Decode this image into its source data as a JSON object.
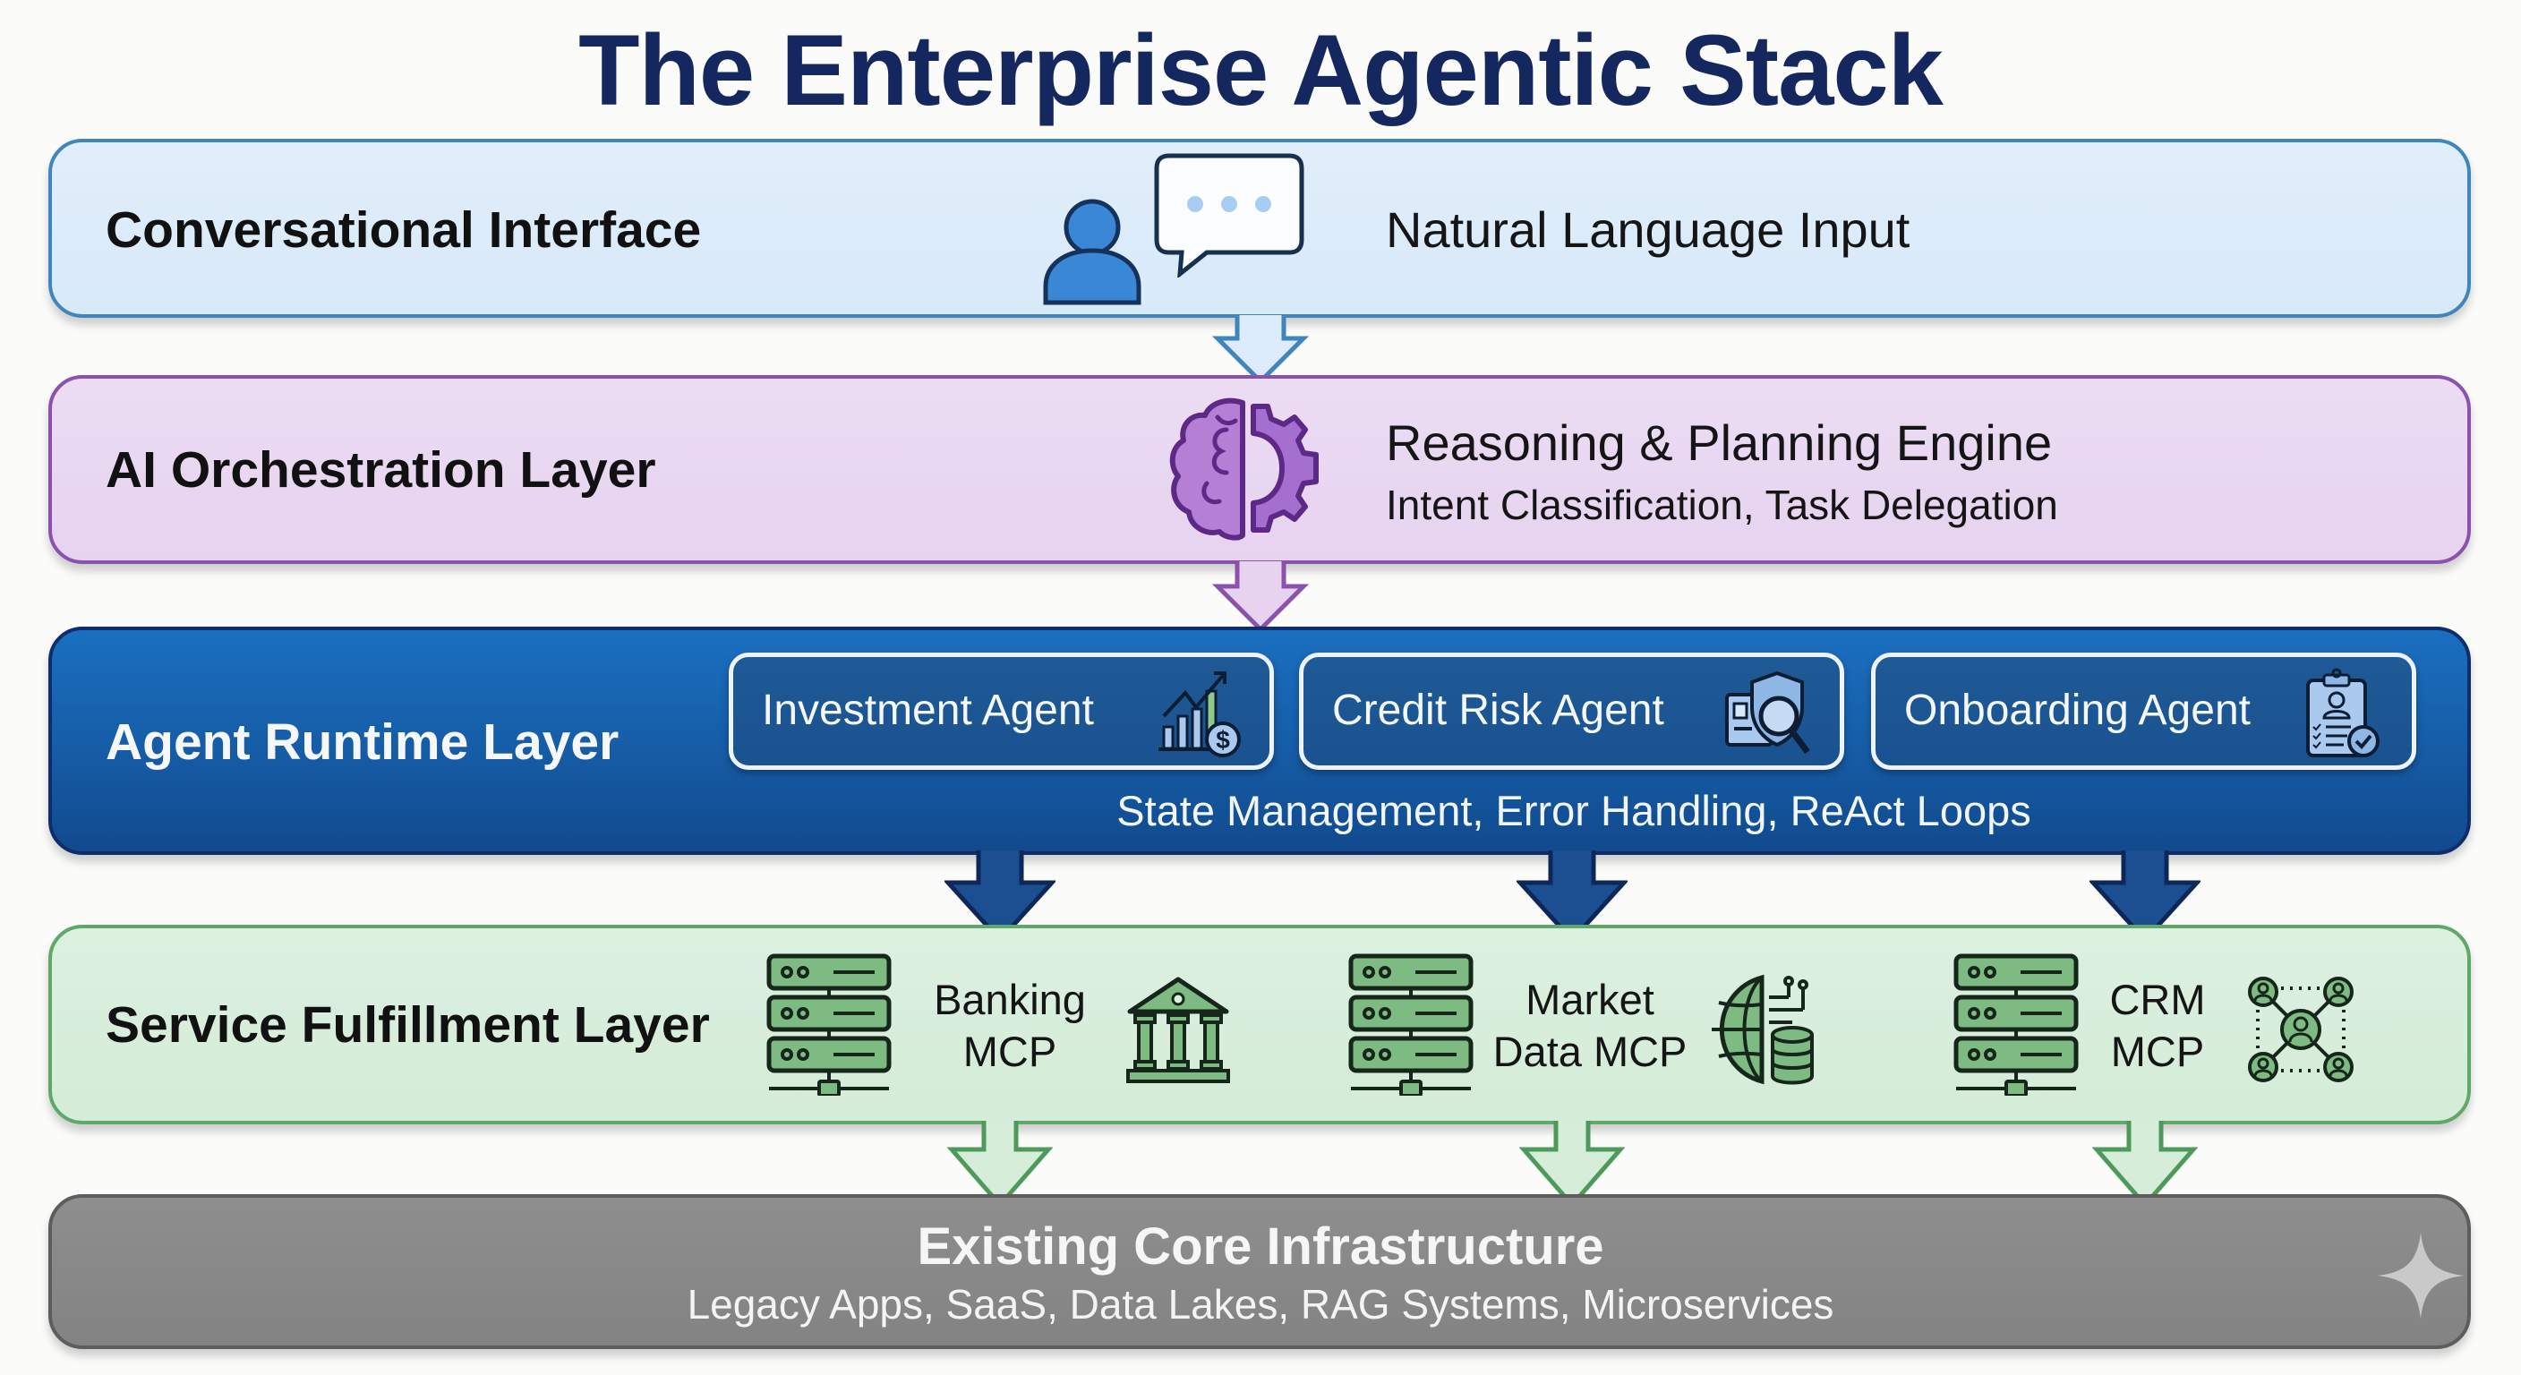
{
  "title": "The Enterprise Agentic Stack",
  "colors": {
    "title": "#14275f",
    "conversational": "#3f86bd",
    "orchestration": "#8a52ad",
    "runtime": "#155aa3",
    "fulfillment": "#5fa86a",
    "infrastructure": "#838383"
  },
  "layers": {
    "conversational": {
      "label": "Conversational Interface",
      "description": "Natural Language Input",
      "icons": [
        "user-icon",
        "speech-bubble-icon"
      ]
    },
    "orchestration": {
      "label": "AI Orchestration Layer",
      "description": "Reasoning & Planning Engine",
      "details": "Intent Classification, Task Delegation",
      "icons": [
        "brain-gear-icon"
      ]
    },
    "runtime": {
      "label": "Agent Runtime Layer",
      "agents": [
        {
          "label": "Investment Agent",
          "icon": "investment-chart-icon"
        },
        {
          "label": "Credit Risk Agent",
          "icon": "credit-shield-search-icon"
        },
        {
          "label": "Onboarding Agent",
          "icon": "clipboard-check-icon"
        }
      ],
      "details": "State Management, Error Handling, ReAct Loops"
    },
    "fulfillment": {
      "label": "Service Fulfillment Layer",
      "services": [
        {
          "line1": "Banking",
          "line2": "MCP",
          "icon": "bank-icon"
        },
        {
          "line1": "Market",
          "line2": "Data MCP",
          "icon": "globe-database-icon"
        },
        {
          "line1": "CRM",
          "line2": "MCP",
          "icon": "people-network-icon"
        }
      ]
    },
    "infrastructure": {
      "label": "Existing Core Infrastructure",
      "details": "Legacy Apps, SaaS, Data Lakes, RAG Systems, Microservices",
      "icons": [
        "sparkle-icon"
      ]
    }
  },
  "flow_arrows": [
    {
      "from": "conversational",
      "to": "orchestration",
      "count": 1
    },
    {
      "from": "orchestration",
      "to": "runtime",
      "count": 1
    },
    {
      "from": "runtime",
      "to": "fulfillment",
      "count": 3
    },
    {
      "from": "fulfillment",
      "to": "infrastructure",
      "count": 3
    }
  ]
}
